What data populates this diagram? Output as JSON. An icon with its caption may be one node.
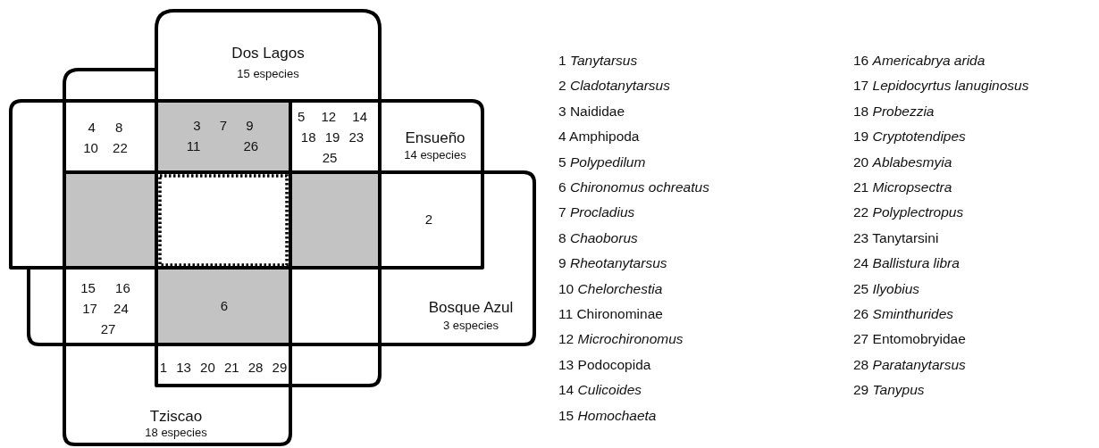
{
  "diagram": {
    "nodes": [
      {
        "text": [
          "Dos Lagos",
          "15 especies"
        ]
      },
      {
        "text": [
          "Ensueño",
          "14 especies"
        ]
      },
      {
        "text": [
          "Bosque Azul",
          "3 especies"
        ]
      },
      {
        "text": [
          "Tziscao",
          "18 especies"
        ]
      }
    ],
    "labels": [
      "4 8",
      "10 22",
      "3 7 9",
      "11 26",
      "5 12 14",
      "18 19 23",
      "25",
      "2",
      "15 16",
      "17 24",
      "27",
      "6",
      "1 13 20 21 28 29",
      "1 *Tanytarsus*",
      "2 *Cladotanytarsus*",
      "3 Naididae",
      "4 Amphipoda",
      "5 *Polypedilum*",
      "6 *Chironomus ochreatus*",
      "7 *Procladius*",
      "8 *Chaoborus*",
      "9 *Rheotanytarsus*",
      "10 *Chelorchestia*",
      "11 Chironominae",
      "12 *Microchironomus*",
      "13 Podocopida",
      "14 *Culicoides*",
      "15 *Homochaeta*",
      "16 *Americabrya arida*",
      "17 *Lepidocyrtus lanuginosus*",
      "18 *Probezzia*",
      "19 *Cryptotendipes*",
      "20 *Ablabesmyia*",
      "21 *Micropsectra*",
      "22 *Polyplectropus*",
      "23 Tanytarsini",
      "24 *Ballistura libra*",
      "25 *Ilyobius*",
      "26 *Sminthurides*",
      "27 Entomobryidae",
      "28 *Paratanytarsus*",
      "29 *Tanypus*"
    ]
  }
}
